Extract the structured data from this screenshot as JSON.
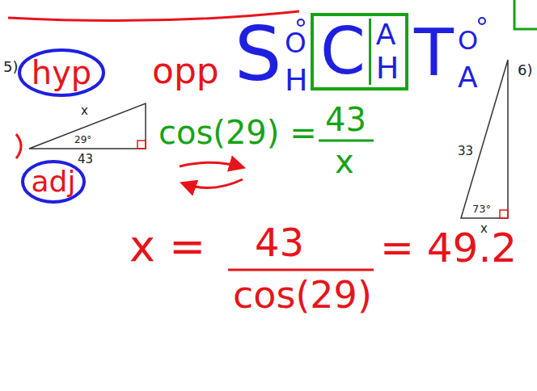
{
  "diagram": {
    "nodes": [
      {
        "text": [
          "hyp"
        ]
      },
      {
        "text": [
          "C",
          "A",
          "H"
        ]
      },
      {
        "text": [
          "adj"
        ]
      }
    ],
    "labels": [
      "5)",
      "opp",
      "S",
      "O",
      "H",
      "T",
      "O",
      "A",
      "6)",
      "x",
      "29°",
      "43",
      "cos(29) =",
      "43",
      "x",
      "33",
      "73°",
      "x",
      "x =",
      "43",
      "cos(29)",
      "= 49.2"
    ]
  }
}
